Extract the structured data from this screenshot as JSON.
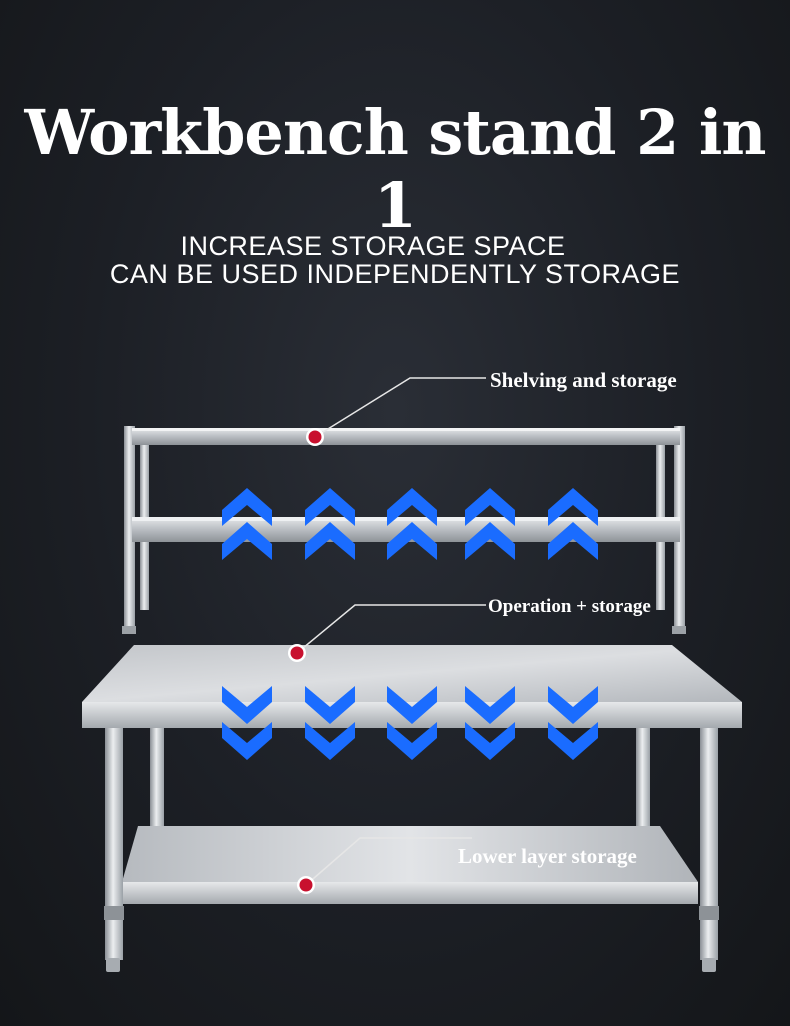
{
  "title": "Workbench stand 2 in 1",
  "subtitle_line1": "INCREASE STORAGE SPACE",
  "subtitle_line2": "CAN BE USED INDEPENDENTLY STORAGE",
  "callouts": {
    "shelving": "Shelving and storage",
    "operation": "Operation + storage",
    "lower": "Lower layer storage"
  },
  "colors": {
    "background": "#1c1f25",
    "arrow": "#1a6cff",
    "marker": "#c8102e",
    "steel": "#c9ccd0"
  },
  "icons": [
    "up-chevron-icon",
    "down-chevron-icon",
    "marker-dot-icon"
  ]
}
